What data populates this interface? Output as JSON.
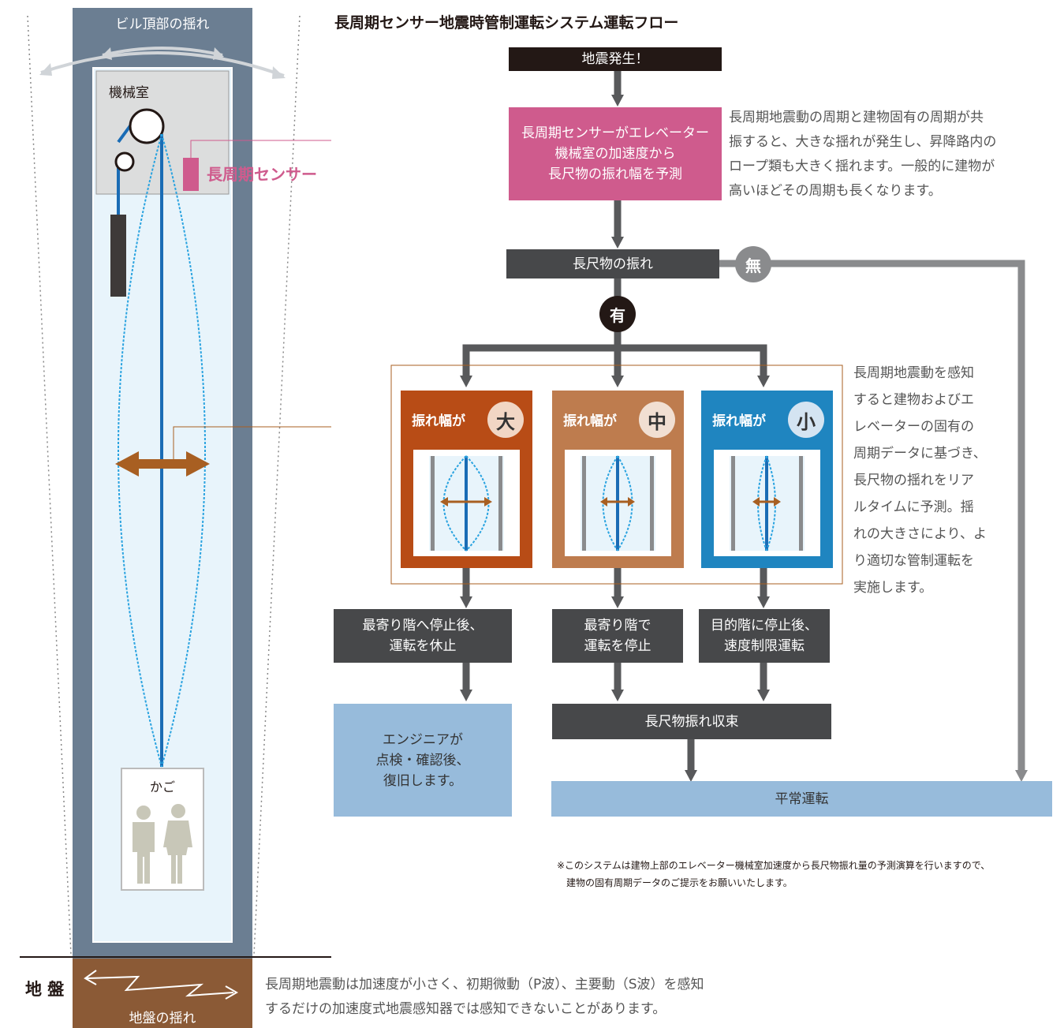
{
  "title": "長周期センサー地震時管制運転システム運転フロー",
  "building": {
    "top_sway": "ビル頂部の揺れ",
    "machine_room": "機械室",
    "sensor_label": "長周期センサー",
    "car_label": "かご",
    "ground_label": "地 盤",
    "ground_sway": "地盤の揺れ"
  },
  "flow": {
    "quake": "地震発生！",
    "predict": "長周期センサーがエレベーター\n機械室の加速度から\n長尺物の振れ幅を予測",
    "predict_note": "長周期地震動の周期と建物固有の周期が共\n振すると、大きな揺れが発生し、昇降路内の\nロープ類も大きく揺れます。一般的に建物が\n高いほどその周期も長くなります。",
    "sway": "長尺物の振れ",
    "no_badge": "無",
    "yes_badge": "有",
    "amp_prefix": "振れ幅が",
    "amp_large": "大",
    "amp_medium": "中",
    "amp_small": "小",
    "amp_note": "長周期地震動を感知\nすると建物およびエ\nレベーターの固有の\n周期データに基づき、\n長尺物の揺れをリア\nルタイムに予測。揺\nれの大きさにより、よ\nり適切な管制運転を\n実施します。",
    "action_large": "最寄り階へ停止後、\n運転を休止",
    "action_medium": "最寄り階で\n運転を停止",
    "action_small": "目的階に停止後、\n速度制限運転",
    "engineer": "エンジニアが\n点検・確認後、\n復旧します。",
    "converge": "長尺物振れ収束",
    "normal": "平常運転"
  },
  "footnote": "※このシステムは建物上部のエレベーター機械室加速度から長尺物振れ量の予測演算を行いますので、\n　建物の固有周期データのご提示をお願いいたします。",
  "bottom_note": "長周期地震動は加速度が小さく、初期微動（P波）、主要動（S波）を感知\nするだけの加速度式地震感知器では感知できないことがあります。",
  "colors": {
    "shaft": "#6b7e92",
    "shaft_inner": "#e8f4fb",
    "dark_box": "#47484a",
    "pink": "#cf5b8d",
    "large": "#b84c16",
    "medium": "#be7c4e",
    "small": "#1f85c0",
    "light_blue": "#97bbdb",
    "ground": "#8b5a36",
    "arrow": "#a85f22"
  }
}
